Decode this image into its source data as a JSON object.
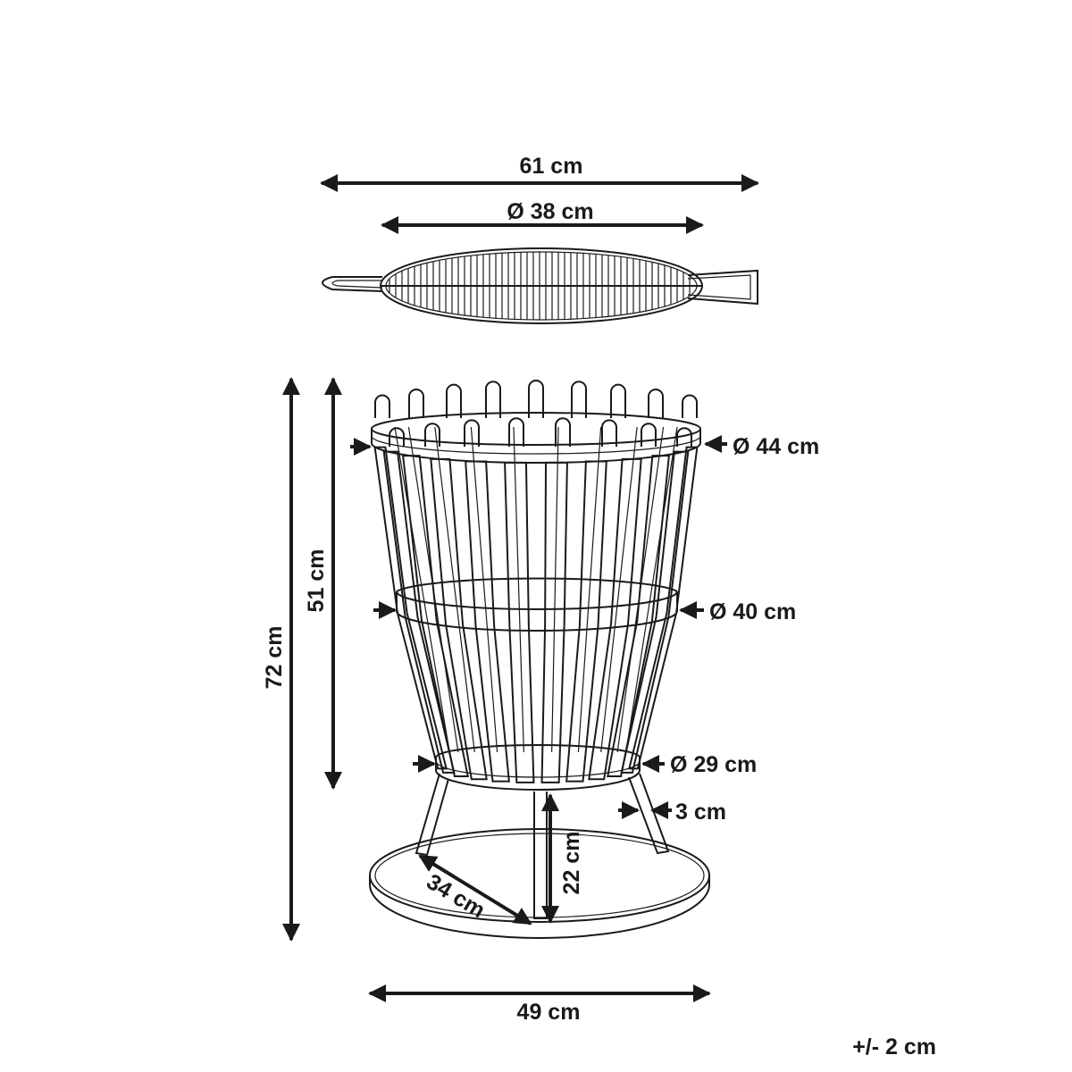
{
  "dimensions": {
    "grill_overall_width": "61 cm",
    "grill_diameter": "Ø 38 cm",
    "top_diameter": "Ø 44 cm",
    "middle_diameter": "Ø 40 cm",
    "bottom_diameter": "Ø 29 cm",
    "leg_width": "3 cm",
    "total_height": "72 cm",
    "basket_height": "51 cm",
    "leg_height": "22 cm",
    "base_radius": "34 cm",
    "base_width": "49 cm",
    "tolerance": "+/- 2 cm"
  },
  "colors": {
    "ink": "#1a1a1a",
    "background": "#ffffff"
  }
}
